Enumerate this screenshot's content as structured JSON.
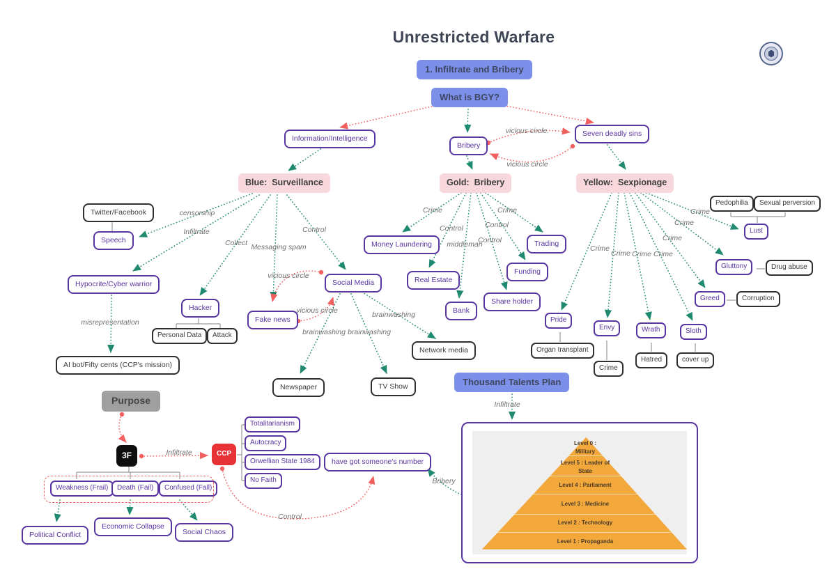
{
  "title": "Unrestricted Warfare",
  "colors": {
    "purple_border": "#5935a1",
    "black_border": "#2f2f2f",
    "blue_fill": "#7c90ea",
    "pink_fill": "#f8d7dd",
    "gray_fill": "#9f9f9f",
    "red_fill": "#e73238",
    "green_arrow": "#1f8a70",
    "red_arrow": "#f15f5f",
    "pyramid_orange": "#f3a83b"
  },
  "nodes": {
    "infiltrate_and_bribery": "1. Infiltrate and Bribery",
    "what_is_bgy": "What is BGY?",
    "information_intelligence": "Information/Intelligence",
    "bribery": "Bribery",
    "seven_deadly_sins": "Seven deadly sins",
    "blue_surveillance": "Blue:  Surveillance",
    "gold_bribery": "Gold:  Bribery",
    "yellow_sexpionage": "Yellow:  Sexpionage",
    "twitter_facebook": "Twitter/Facebook",
    "speech": "Speech",
    "hypocrite_cyber_warrior": "Hypocrite/Cyber warrior",
    "ai_bot": "AI bot/Fifty cents (CCP's mission)",
    "hacker": "Hacker",
    "personal_data": "Personal Data",
    "attack": "Attack",
    "fake_news": "Fake news",
    "social_media": "Social Media",
    "newspaper": "Newspaper",
    "tv_show": "TV Show",
    "network_media": "Network media",
    "money_laundering": "Money Laundering",
    "real_estate": "Real Estate",
    "bank": "Bank",
    "share_holder": "Share holder",
    "funding": "Funding",
    "trading": "Trading",
    "pedophilia": "Pedophilia",
    "sexual_perversion": "Sexual perversion",
    "lust": "Lust",
    "gluttony": "Gluttony",
    "drug_abuse": "Drug abuse",
    "greed": "Greed",
    "corruption": "Corruption",
    "pride": "Pride",
    "organ_transplant": "Organ transplant",
    "envy": "Envy",
    "crime_under_envy": "Crime",
    "wrath": "Wrath",
    "hatred": "Hatred",
    "sloth": "Sloth",
    "cover_up": "cover up",
    "purpose": "Purpose",
    "three_f": "3F",
    "ccp": "CCP",
    "totalitarianism": "Totalitarianism",
    "autocracy": "Autocracy",
    "orwellian_state": "Orwellian State 1984",
    "no_faith": "No Faith",
    "weakness_frail": "Weakness (Frail)",
    "death_fail": "Death (Fail)",
    "confused_fall": "Confused (Fall)",
    "political_conflict": "Political Conflict",
    "economic_collapse": "Economic Collapse",
    "social_chaos": "Social Chaos",
    "have_got_number": "have got someone's number",
    "thousand_talents_plan": "Thousand Talents Plan"
  },
  "labels": {
    "censorship": "censorship",
    "infiltrate": "Infiltrate",
    "collect": "Collect",
    "messaging_spam": "Messaging spam",
    "control": "Control",
    "vicious_circle": "vicious circle",
    "vicious_circle_dot": "vicious circle.",
    "misrepresentation": "misrepresentation",
    "brainwashing": "brainwashing",
    "crime": "Crime",
    "middleman": "middleman",
    "bribery": "Bribery"
  },
  "pyramid": {
    "levels": [
      "Level 0 : Military",
      "Level 5 : Leader of State",
      "Level 4 : Parliament",
      "Level 3 : Medicine",
      "Level 2 : Technology",
      "Level 1 : Propaganda"
    ]
  }
}
